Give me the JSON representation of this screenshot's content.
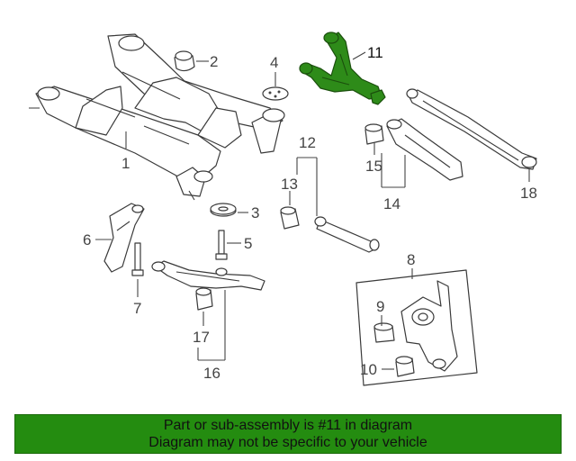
{
  "highlight_color": "#2e8b19",
  "banner": {
    "color": "#248c10",
    "line1": "Part or sub-assembly is #11 in diagram",
    "line2": "Diagram may not be specific to your vehicle"
  },
  "callouts": {
    "n1": "1",
    "n2": "2",
    "n3": "3",
    "n4": "4",
    "n5": "5",
    "n6": "6",
    "n7": "7",
    "n8": "8",
    "n9": "9",
    "n10": "10",
    "n11": "11",
    "n12": "12",
    "n13": "13",
    "n14": "14",
    "n15": "15",
    "n16": "16",
    "n17": "17",
    "n18": "18"
  },
  "highlighted_part": "11"
}
